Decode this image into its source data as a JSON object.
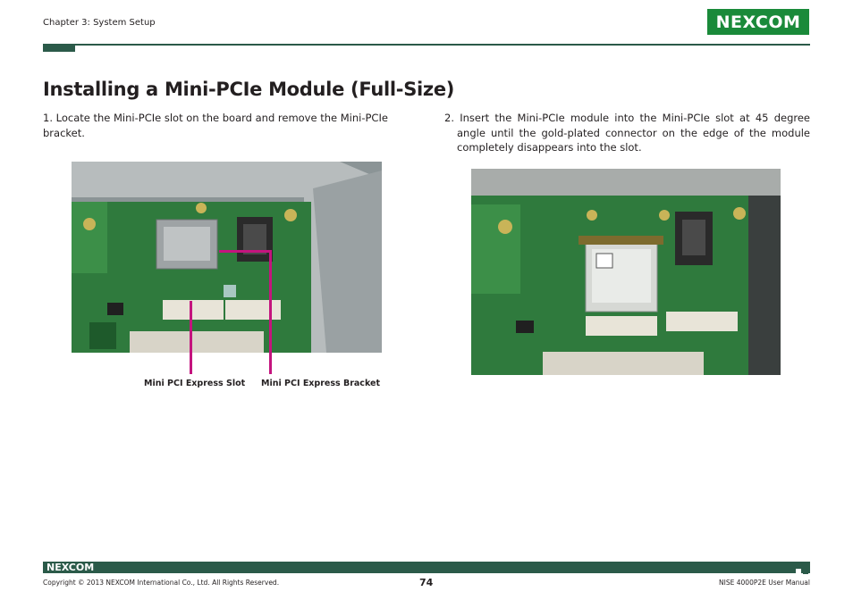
{
  "header": {
    "chapter": "Chapter 3: System Setup",
    "logo_text": "NEXCOM"
  },
  "title": "Installing a Mini-PCIe Module (Full-Size)",
  "steps": [
    "1. Locate the Mini-PCIe slot on the board and remove the Mini-PCIe bracket.",
    "2. Insert the Mini-PCIe module into the Mini-PCIe slot at 45 degree angle until the gold-plated connector on the edge of the module completely disappears into the slot."
  ],
  "captions": {
    "slot": "Mini PCI Express Slot",
    "bracket": "Mini PCI Express Bracket"
  },
  "footer": {
    "logo_text": "NEXCOM",
    "copyright": "Copyright © 2013 NEXCOM International Co., Ltd. All Rights Reserved.",
    "page_number": "74",
    "manual": "NISE 4000P2E User Manual"
  },
  "colors": {
    "brand_green": "#1a8a3a",
    "bar_green": "#2b5a49",
    "callout": "#c4147e"
  }
}
